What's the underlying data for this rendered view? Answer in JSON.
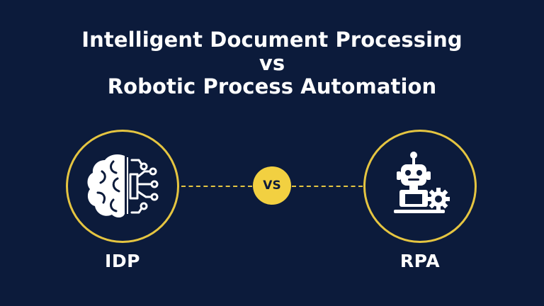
{
  "title": {
    "line1": "Intelligent Document Processing",
    "line2": "vs",
    "line3": "Robotic Process Automation"
  },
  "left": {
    "label": "IDP",
    "icon": "brain-circuit-icon"
  },
  "right": {
    "label": "RPA",
    "icon": "robot-gear-icon"
  },
  "center": {
    "badge": "VS"
  },
  "colors": {
    "background": "#0c1b3b",
    "accent": "#e5c541",
    "badge": "#f2d041",
    "text": "#ffffff"
  }
}
